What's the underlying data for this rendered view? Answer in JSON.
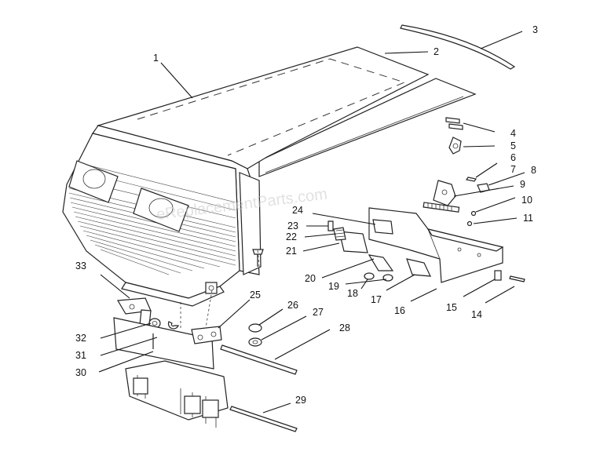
{
  "diagram": {
    "watermark": "eReplacementParts.com",
    "callouts": [
      "1",
      "2",
      "3",
      "4",
      "5",
      "6",
      "7",
      "8",
      "9",
      "10",
      "11",
      "14",
      "15",
      "16",
      "17",
      "18",
      "19",
      "20",
      "21",
      "22",
      "23",
      "24",
      "25",
      "26",
      "27",
      "28",
      "29",
      "30",
      "31",
      "32",
      "33"
    ]
  }
}
